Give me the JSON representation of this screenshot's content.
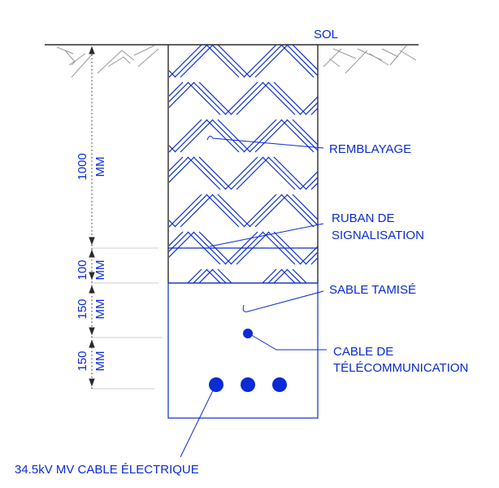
{
  "labels": {
    "ground": "SOL",
    "backfill": "REMBLAYAGE",
    "tape_line1": "RUBAN DE",
    "tape_line2": "SIGNALISATION",
    "sand": "SABLE TAMISÉ",
    "telecom_line1": "CABLE DE",
    "telecom_line2": "TÉLÉCOMMUNICATION",
    "power_cable": "34.5kV MV CABLE ÉLECTRIQUE"
  },
  "dimensions": [
    {
      "value": "1000",
      "unit": "MM"
    },
    {
      "value": "100",
      "unit": "MM"
    },
    {
      "value": "150",
      "unit": "MM"
    },
    {
      "value": "150",
      "unit": "MM"
    }
  ],
  "colors": {
    "accent": "#0a2bd6",
    "line": "#2a2a2a",
    "ground_hatch": "#9a9a9a",
    "guide": "#cfcfcf"
  }
}
